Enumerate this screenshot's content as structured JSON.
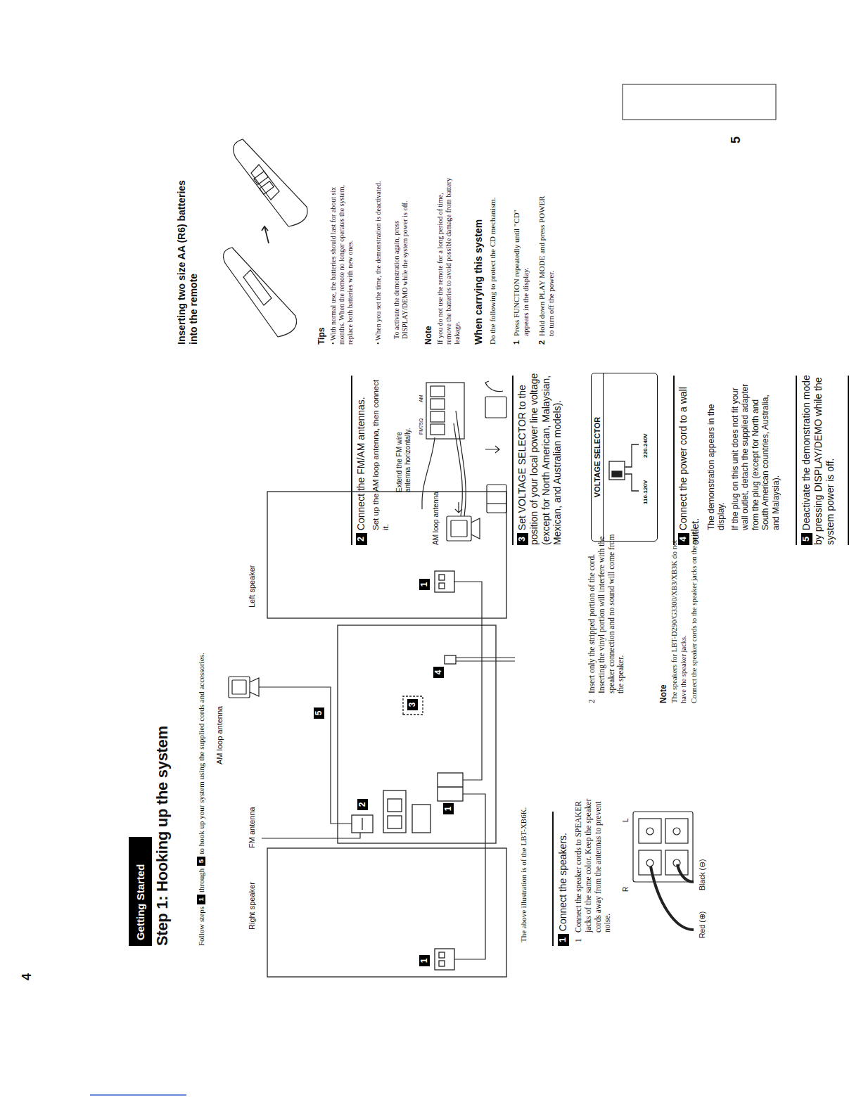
{
  "diagram": {
    "title": "Step 1: Hooking up the system",
    "nodes": [
      {
        "text": [
          "Getting Started"
        ]
      },
      {
        "text": [
          "VOLTAGE SELECTOR",
          "110-120V",
          "220-240V"
        ]
      }
    ],
    "labels": [
      "4",
      "Follow steps",
      "1",
      "through",
      "5",
      "to hook up your system using the supplied cords and accessories.",
      "Right speaker",
      "FM antenna",
      "AM loop antenna",
      "Left speaker",
      "5",
      "2",
      "3",
      "4",
      "1",
      "1",
      "1",
      "The above illustration is of the LBT-XB6K.",
      "1",
      "Connect the speakers.",
      "1",
      "Connect the speaker cords to SPEAKER jacks of the same color. Keep the speaker cords away from the antennas to prevent noise.",
      "R",
      "L",
      "Red (⊕)",
      "Black (⊖)",
      "2",
      "Insert only the stripped portion of the cord. Inserting the vinyl portion will interfere with the speaker connection and no sound will come from the speaker.",
      "Note",
      "The speakers for LBT-D290/G3300/XB3/XB3K do not have the speaker jacks.",
      "Connect the speaker cords to the speaker jacks on the unit.",
      "2",
      "Connect the FM/AM antennas.",
      "Set up the AM loop antenna, then connect it.",
      "AM loop antenna",
      "Extend the FM wire antenna horizontally.",
      "FM75Ω",
      "AM",
      "3",
      "Set VOLTAGE SELECTOR to the position of your local power line voltage (except for North American, Malaysian, Mexican, and Australian models).",
      "4",
      "Connect the power cord to a wall outlet.",
      "The demonstration appears in the display.",
      "If the plug on this unit does not fit your wall outlet, detach the supplied adapter from the plug (except for North and South American countries, Australia, and Malaysia).",
      "5",
      "Deactivate the demonstration mode by pressing DISPLAY/DEMO while the system power is off.",
      "Inserting two size AA (R6) batteries into the remote",
      "Tips",
      "• With normal use, the batteries should last for about six months. When the remote no longer operates the system, replace both batteries with new ones.",
      "• When you set the time, the demonstration is deactivated.",
      "To activate the demonstration again, press DISPLAY/DEMO while the system power is off.",
      "Note",
      "If you do not use the remote for a long period of time, remove the batteries to avoid possible damage from battery leakage.",
      "When carrying this system",
      "Do the following to protect the CD mechanism.",
      "1",
      "Press FUNCTION repeatedly until \"CD\" appears in the display.",
      "2",
      "Hold down PLAY MODE and press POWER to turn off the power.",
      "5"
    ]
  }
}
